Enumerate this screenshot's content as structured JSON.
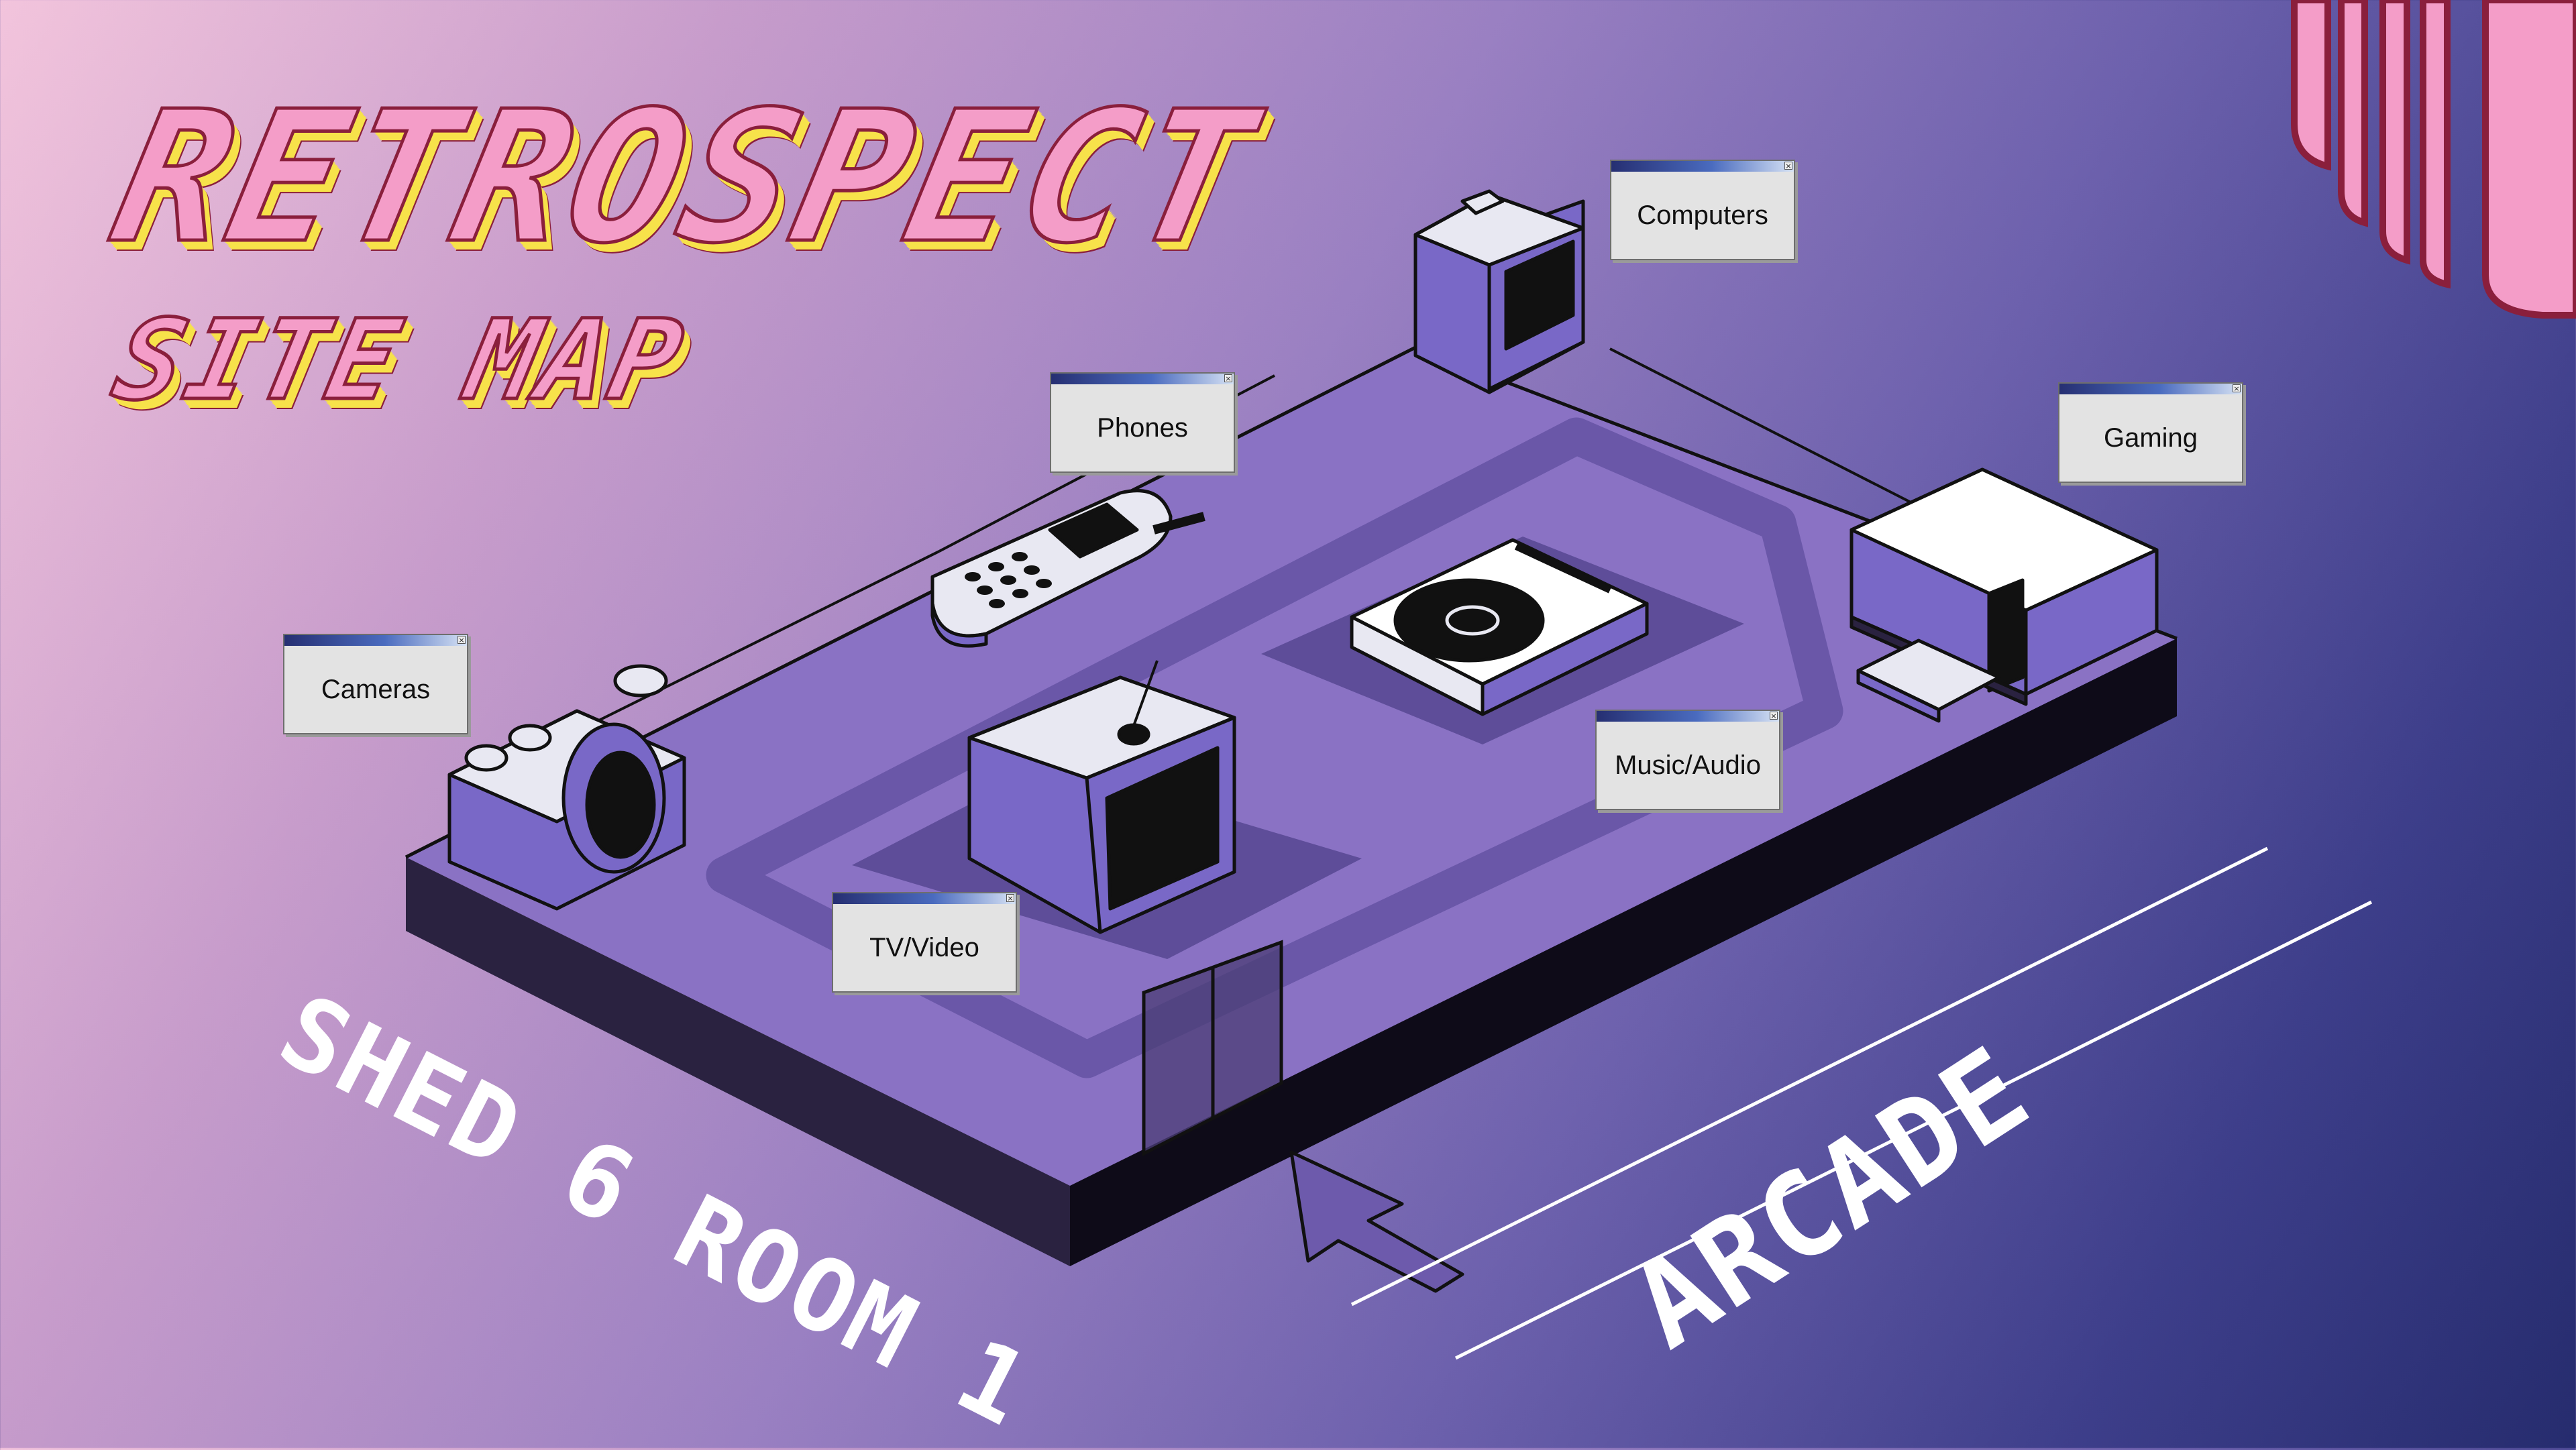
{
  "site": {
    "title": "RETROSPECT",
    "subtitle": "SITE MAP"
  },
  "zones": [
    {
      "id": "computers",
      "label": "Computers",
      "icon": "computer-icon"
    },
    {
      "id": "phones",
      "label": "Phones",
      "icon": "phone-icon"
    },
    {
      "id": "gaming",
      "label": "Gaming",
      "icon": "console-icon"
    },
    {
      "id": "cameras",
      "label": "Cameras",
      "icon": "camera-icon"
    },
    {
      "id": "music-audio",
      "label": "Music/Audio",
      "icon": "turntable-icon"
    },
    {
      "id": "tv-video",
      "label": "TV/Video",
      "icon": "tv-icon"
    }
  ],
  "floor_labels": {
    "room": "SHED 6 ROOM 1",
    "area": "ARCADE"
  },
  "window_close_glyph": "×",
  "colors": {
    "platform_top": "#8a72c4",
    "platform_side": "#221a36",
    "title_fill": "#f49dc8",
    "title_shadow": "#f7e24a",
    "title_outline": "#8a1f3c",
    "accent_pink": "#f49dc8",
    "object_purple": "#7968c7"
  }
}
